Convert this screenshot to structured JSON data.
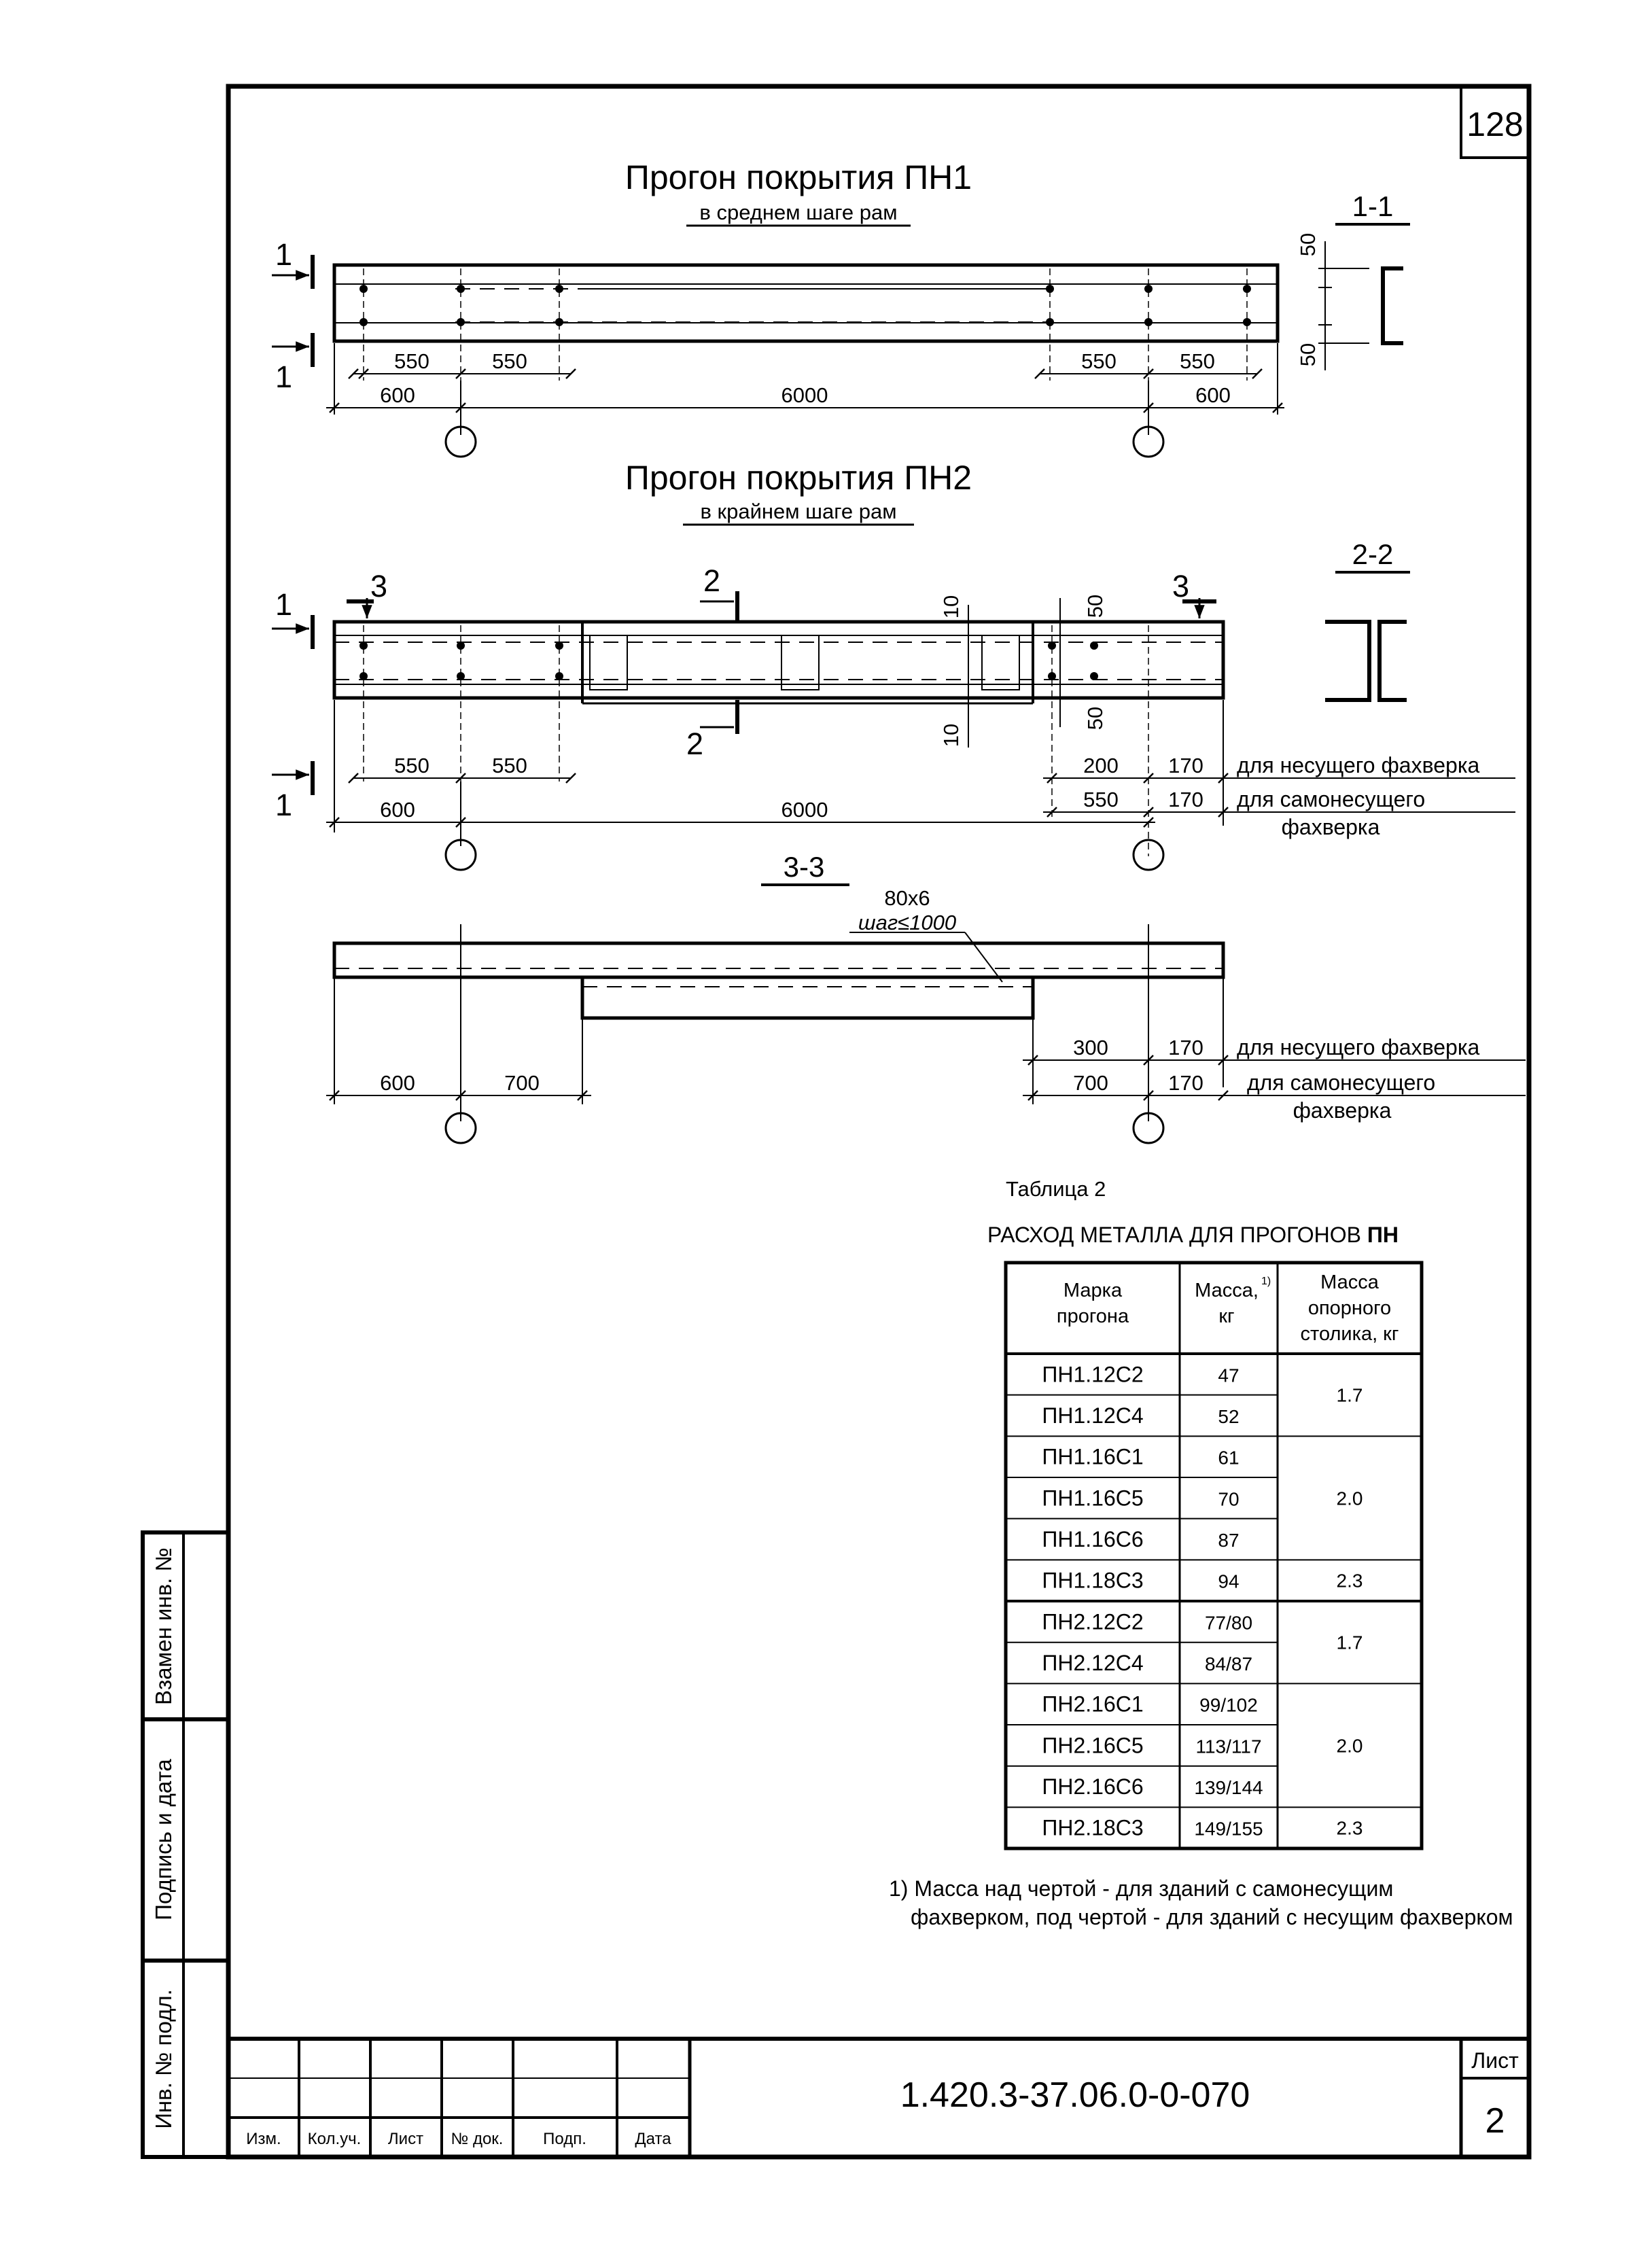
{
  "page_number": "128",
  "drawing1": {
    "title": "Прогон покрытия ПН1",
    "subtitle": "в среднем шаге рам",
    "section_label": "1-1",
    "cut_mark": "1",
    "dims": [
      "550",
      "550",
      "550",
      "550",
      "600",
      "6000",
      "600"
    ],
    "offsets": [
      "50",
      "50"
    ]
  },
  "drawing2": {
    "title": "Прогон покрытия ПН2",
    "subtitle": "в крайнем шаге рам",
    "section_label": "2-2",
    "cut_marks": [
      "1",
      "1",
      "2",
      "2",
      "3",
      "3"
    ],
    "dims": [
      "550",
      "550",
      "600",
      "6000",
      "200",
      "170",
      "550",
      "170"
    ],
    "offsets": [
      "10",
      "10",
      "50",
      "50"
    ],
    "note_bearing": "для несущего фахверка",
    "note_selfbearing_1": "для самонесущего",
    "note_selfbearing_2": "фахверка"
  },
  "drawing3": {
    "section_label": "3-3",
    "callout_1": "80х6",
    "callout_2": "шаг≤1000",
    "dims": [
      "600",
      "700",
      "300",
      "170",
      "700",
      "170"
    ],
    "note_bearing": "для несущего фахверка",
    "note_selfbearing_1": "для самонесущего",
    "note_selfbearing_2": "фахверка"
  },
  "table": {
    "caption": "Таблица 2",
    "title_main": "РАСХОД МЕТАЛЛА ДЛЯ ПРОГОНОВ ",
    "title_bold": "ПН",
    "headers": {
      "col1_l1": "Марка",
      "col1_l2": "прогона",
      "col2_l1": "Масса,",
      "col2_sup": "1)",
      "col2_l2": "кг",
      "col3_l1": "Масса",
      "col3_l2": "опорного",
      "col3_l3": "столика, кг"
    },
    "rows": [
      {
        "mark": "ПН1.12С2",
        "mass": "47"
      },
      {
        "mark": "ПН1.12С4",
        "mass": "52"
      },
      {
        "mark": "ПН1.16С1",
        "mass": "61"
      },
      {
        "mark": "ПН1.16С5",
        "mass": "70"
      },
      {
        "mark": "ПН1.16С6",
        "mass": "87"
      },
      {
        "mark": "ПН1.18С3",
        "mass": "94"
      },
      {
        "mark": "ПН2.12С2",
        "mass": "77/80"
      },
      {
        "mark": "ПН2.12С4",
        "mass": "84/87"
      },
      {
        "mark": "ПН2.16С1",
        "mass": "99/102"
      },
      {
        "mark": "ПН2.16С5",
        "mass": "113/117"
      },
      {
        "mark": "ПН2.16С6",
        "mass": "139/144"
      },
      {
        "mark": "ПН2.18С3",
        "mass": "149/155"
      }
    ],
    "support_mass": [
      "1.7",
      "2.0",
      "2.3",
      "1.7",
      "2.0",
      "2.3"
    ],
    "footnote_1": "1) Масса над чертой - для зданий с самонесущим",
    "footnote_2": "фахверком, под чертой - для зданий с несущим фахверком"
  },
  "side_stamp": [
    "Взамен инв. №",
    "Подпись и дата",
    "Инв. № подл."
  ],
  "title_block": {
    "labels": [
      "Изм.",
      "Кол.уч.",
      "Лист",
      "№ док.",
      "Подп.",
      "Дата"
    ],
    "doc_number": "1.420.3-37.06.0-0-070",
    "sheet_label": "Лист",
    "sheet_number": "2"
  }
}
